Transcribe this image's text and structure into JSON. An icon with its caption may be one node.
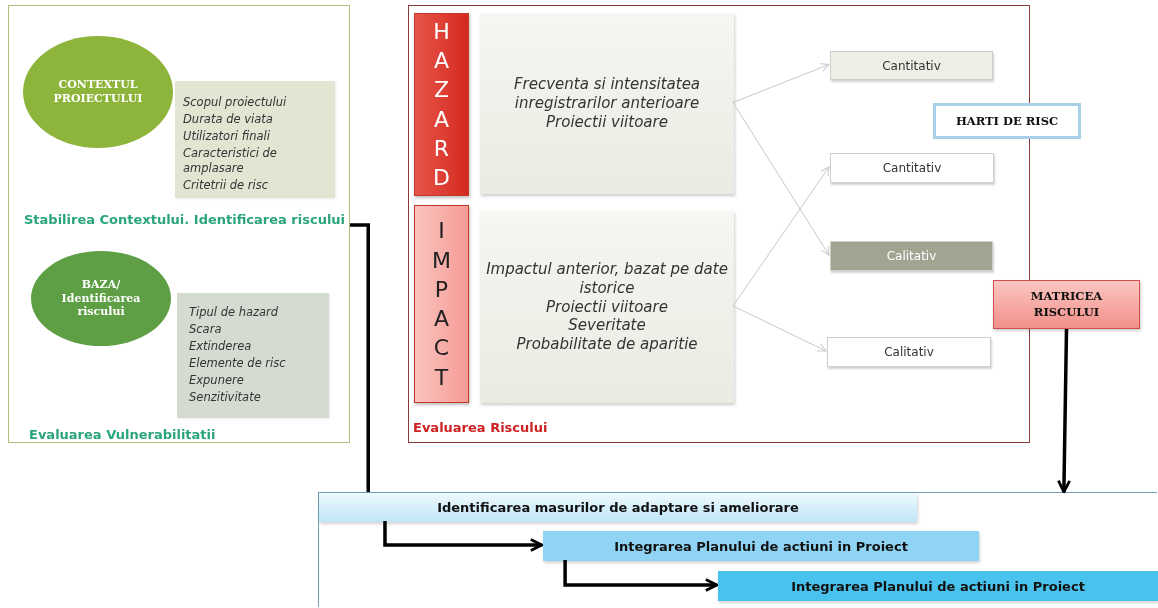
{
  "diagram": {
    "nodes": [
      {
        "text": [
          "Stabilirea Contextului. Identificarea riscului",
          "Evaluarea Vulnerabilitatii"
        ]
      },
      {
        "text": [
          "CONTEXTUL PROIECTULUI"
        ],
        "in": 0
      },
      {
        "text": [
          "Scopul proiectului",
          "Durata de viata",
          "Utilizatori finali",
          "Caracteristici de amplasare",
          "Critetrii de risc"
        ],
        "in": 0
      },
      {
        "text": [
          "BAZA/ Identificarea riscului"
        ],
        "in": 0
      },
      {
        "text": [
          "Tipul de hazard",
          "Scara",
          "Extinderea",
          "Elemente de risc",
          "Expunere",
          "Senzitivitate"
        ],
        "in": 0
      },
      {
        "text": [
          "Evaluarea Riscului"
        ]
      },
      {
        "text": [
          "HAZARD"
        ],
        "in": 5
      },
      {
        "text": [
          "Frecventa si intensitatea inregistrarilor anterioare",
          "Proiectii viitoare"
        ],
        "in": 5
      },
      {
        "text": [
          "IMPACT"
        ],
        "in": 5
      },
      {
        "text": [
          "Impactul anterior, bazat pe date istorice",
          "Proiectii viitoare",
          "Severitate",
          "Probabilitate de aparitie"
        ],
        "in": 5
      },
      {
        "text": [
          "Cantitativ"
        ],
        "in": 5
      },
      {
        "text": [
          "Cantitativ"
        ],
        "in": 5
      },
      {
        "text": [
          "Calitativ"
        ],
        "in": 5
      },
      {
        "text": [
          "Calitativ"
        ],
        "in": 5
      },
      {
        "text": [
          "HARTI DE RISC"
        ]
      },
      {
        "text": [
          "MATRICEA RISCULUI"
        ]
      },
      {
        "text": [],
        "shape": "box"
      },
      {
        "text": [
          "Identificarea masurilor de adaptare si ameliorare"
        ],
        "in": 16
      },
      {
        "text": [
          "Integrarea Planului de actiuni in Proiect"
        ],
        "in": 16
      },
      {
        "text": [
          "Integrarea Planului de actiuni in Proiect"
        ],
        "in": 16
      }
    ],
    "edges": [
      {
        "from": 7,
        "to": 10,
        "arrow": "to",
        "color": "#c8c8c8"
      },
      {
        "from": 7,
        "to": 12,
        "arrow": "to",
        "color": "#c8c8c8"
      },
      {
        "from": 9,
        "to": 11,
        "arrow": "to",
        "color": "#c8c8c8"
      },
      {
        "from": 9,
        "to": 13,
        "arrow": "to",
        "color": "#c8c8c8"
      },
      {
        "from": 0,
        "to": 17,
        "arrow": "none",
        "style": "thick",
        "color": "#000000"
      },
      {
        "from": 15,
        "to": 16,
        "arrow": "to",
        "style": "thick",
        "color": "#000000"
      },
      {
        "from": 17,
        "to": 18,
        "arrow": "to",
        "style": "thick",
        "color": "#000000"
      },
      {
        "from": 18,
        "to": 19,
        "arrow": "to",
        "style": "thick",
        "color": "#000000"
      }
    ]
  }
}
